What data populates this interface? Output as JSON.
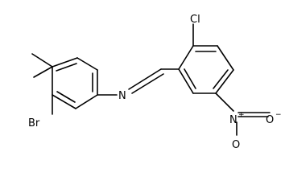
{
  "molecule": {
    "atoms": {
      "cl": "Cl",
      "n_imine": "N",
      "n_nitro": "N",
      "n_nitro_charge": "+",
      "o_top": "O",
      "o_bottom": "O",
      "o_charge": "−",
      "br": "Br"
    }
  }
}
